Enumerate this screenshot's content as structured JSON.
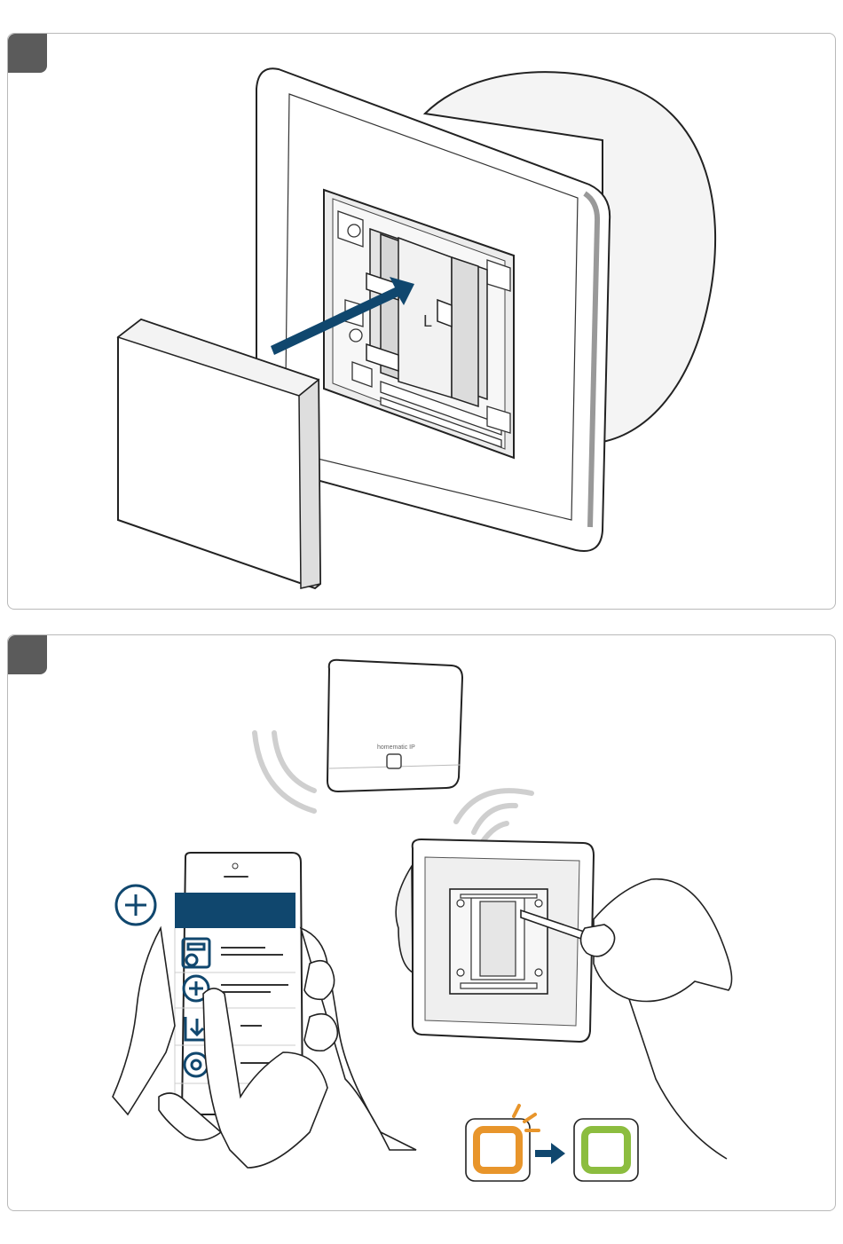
{
  "steps": [
    {
      "id": 1,
      "badge_color": "#5b5b5b"
    },
    {
      "id": 2,
      "badge_color": "#5b5b5b"
    }
  ],
  "colors": {
    "arrow": "#10476e",
    "app_accent": "#10476e",
    "led_orange": "#e8952b",
    "led_green": "#8cbd3f",
    "signal": "#cfcfcf"
  },
  "step1": {
    "module_label": "L",
    "arrow_icon": "arrow-icon"
  },
  "step2": {
    "access_point_brand": "homematic IP",
    "app_icons": [
      "device-icon",
      "add-icon",
      "download-icon",
      "settings-icon"
    ],
    "plus_icon": "plus-circle-icon",
    "led_sequence": [
      "orange",
      "green"
    ]
  }
}
